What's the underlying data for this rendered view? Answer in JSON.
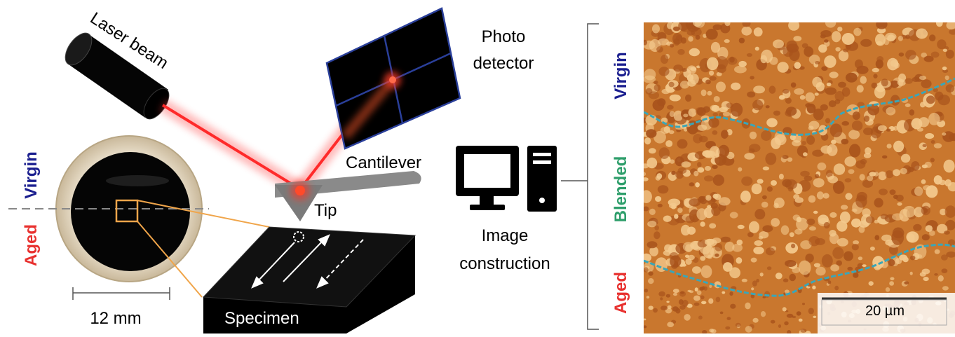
{
  "labels": {
    "laser": "Laser beam",
    "photo_line1": "Photo",
    "photo_line2": "detector",
    "cantilever": "Cantilever",
    "tip": "Tip",
    "specimen": "Specimen",
    "scale_sample": "12 mm",
    "image_line1": "Image",
    "image_line2": "construction",
    "sample_virgin": "Virgin",
    "sample_aged": "Aged",
    "map_virgin": "Virgin",
    "map_blended": "Blended",
    "map_aged": "Aged",
    "scale_map": "20 µm"
  },
  "colors": {
    "laser": "#ff2a2a",
    "virgin": "#1b1f8f",
    "aged": "#e8312f",
    "blended": "#2e9e6b",
    "connector": "#f0a54a",
    "boundary": "#3aa6b8",
    "map_base": "#c9772e",
    "map_light": "#f3c98d",
    "map_dark": "#a8531c"
  },
  "icons": [
    "monitor-icon",
    "tower-icon",
    "scan-arrow-icon"
  ]
}
